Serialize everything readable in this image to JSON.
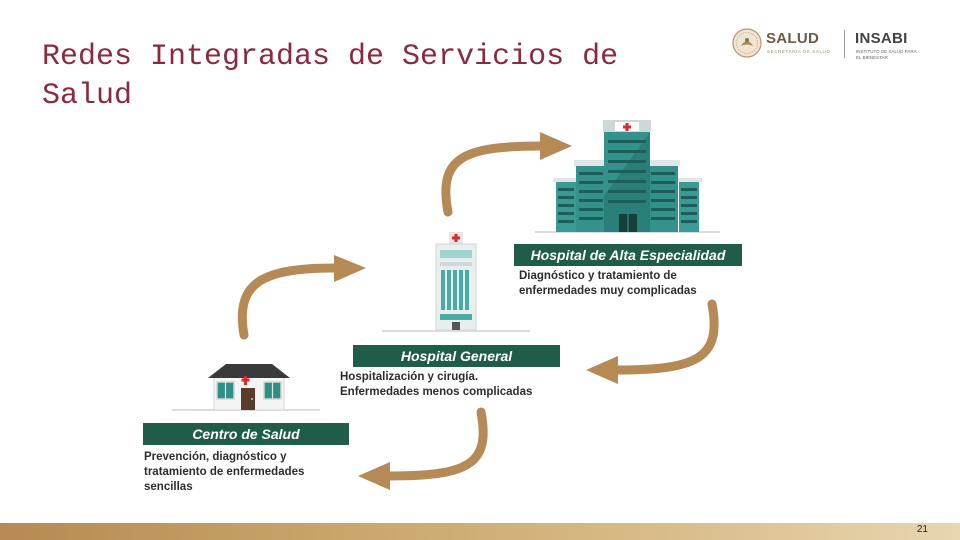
{
  "slide": {
    "title": "Redes Integradas de Servicios de Salud",
    "page_number": "21"
  },
  "logos": {
    "salud_name": "SALUD",
    "salud_sub": "SECRETARÍA DE SALUD",
    "insabi_name": "INSABI",
    "insabi_sub_line1": "INSTITUTO DE SALUD PARA",
    "insabi_sub_line2": "EL BIENESTAR"
  },
  "levels": [
    {
      "label": "Centro de Salud",
      "description": "Prevención, diagnóstico y\ntratamiento de enfermedades\nsencillas"
    },
    {
      "label": "Hospital General",
      "description": "Hospitalización y cirugía.\nEnfermedades menos complicadas"
    },
    {
      "label": "Hospital de Alta Especialidad",
      "description": "Diagnóstico y tratamiento de\nenfermedades muy complicadas"
    }
  ],
  "colors": {
    "title": "#8a2a40",
    "label_bar": "#205c4a",
    "arrow": "#b58a57",
    "building_teal": "#3c9a94",
    "footer": "#c9a56a"
  }
}
